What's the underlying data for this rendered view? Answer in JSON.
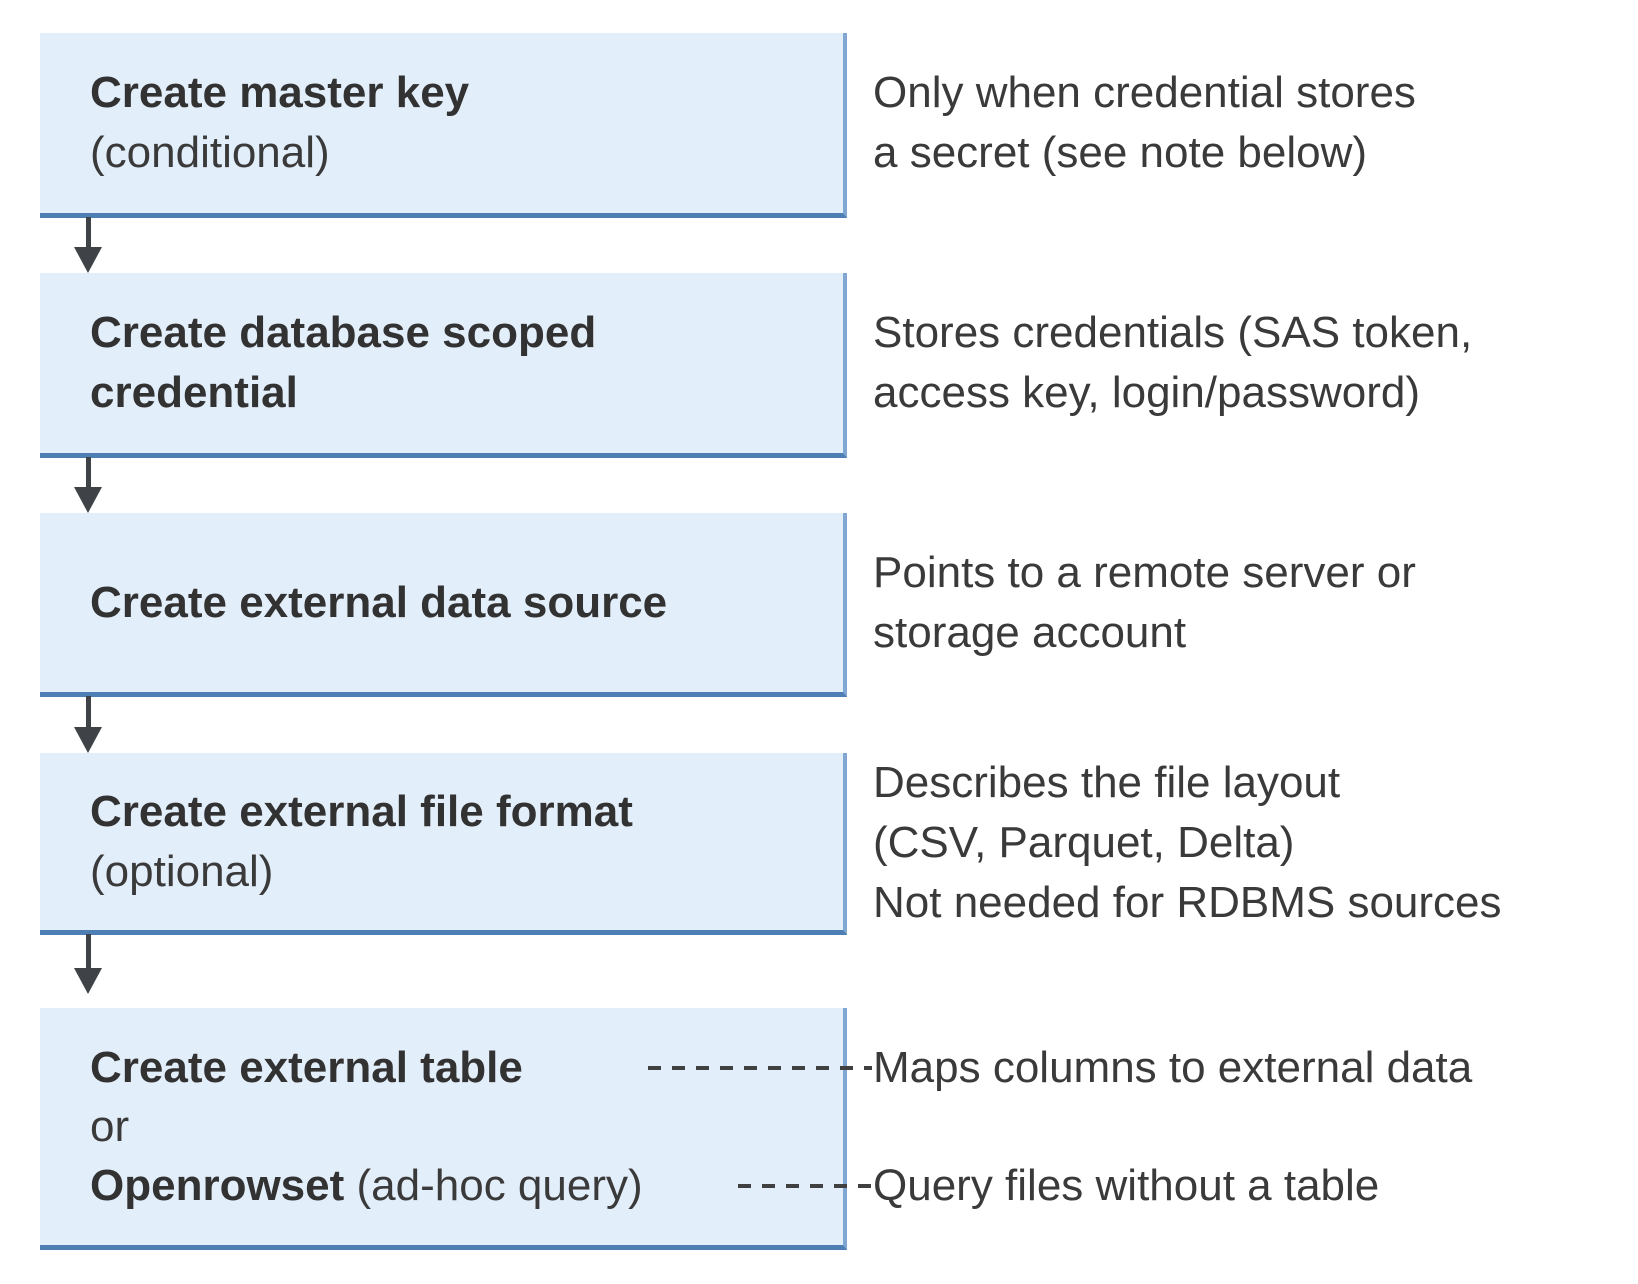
{
  "colors": {
    "box_fill": "#e3eefb",
    "box_border": "#4d7fb5",
    "box_border_light": "#7fa7d2",
    "arrow": "#3f4347",
    "text": "#3a3a3a",
    "connector": "#404040"
  },
  "steps": [
    {
      "title": "Create master key",
      "qualifier": "(conditional)",
      "note_lines": [
        "Only when credential stores",
        "a secret (see note below)"
      ]
    },
    {
      "title": "Create database scoped credential",
      "note_lines": [
        "Stores credentials (SAS token,",
        "access key, login/password)"
      ]
    },
    {
      "title": "Create external data source",
      "note_lines": [
        "Points to a remote server or",
        "storage account"
      ]
    },
    {
      "title": "Create external file format",
      "qualifier": "(optional)",
      "note_lines": [
        "Describes the file layout",
        "(CSV, Parquet, Delta)",
        "Not needed for RDBMS sources"
      ]
    },
    {
      "title": "Create external table",
      "or_label": "or",
      "alt_title": "Openrowset",
      "alt_qualifier": " (ad-hoc query)",
      "note_table": "Maps columns to external data",
      "note_openrowset": "Query files without a table"
    }
  ]
}
